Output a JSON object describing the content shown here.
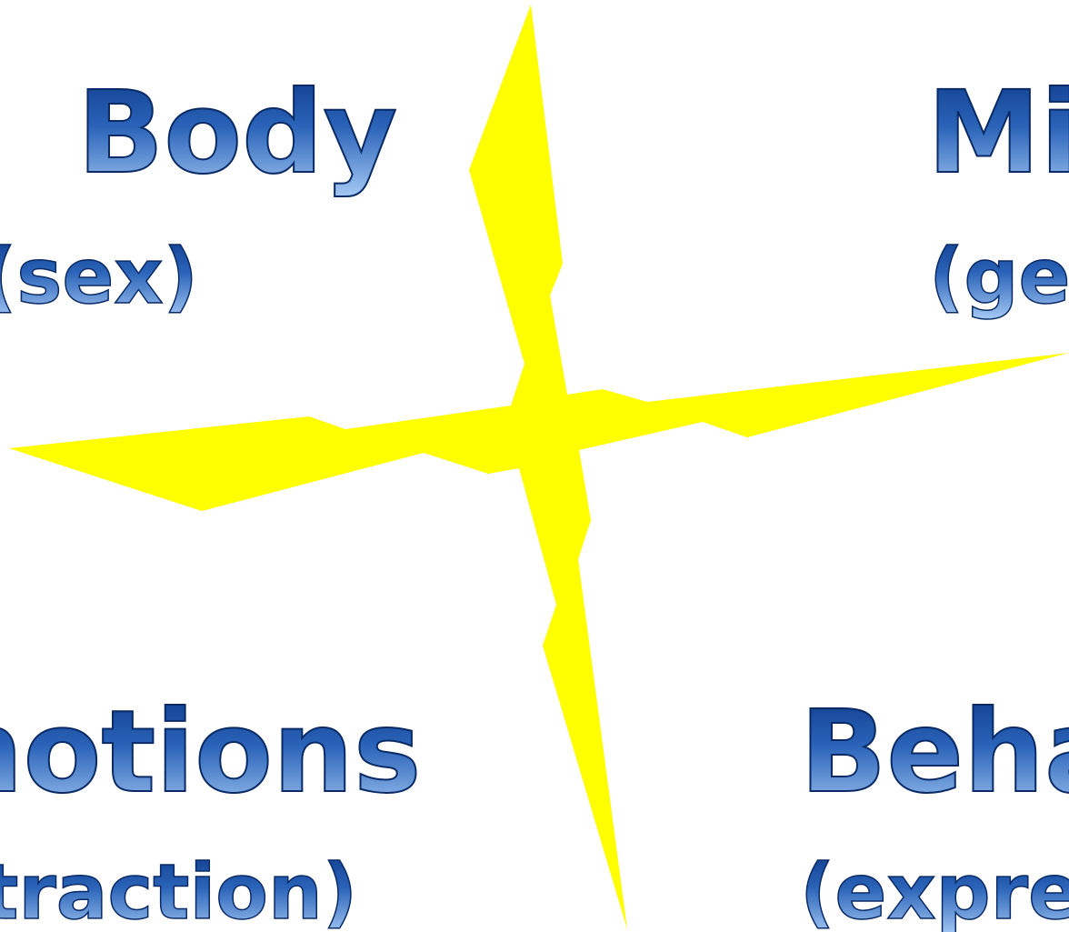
{
  "quadrants": {
    "top_left": {
      "title": "Body",
      "subtitle": "(sex)"
    },
    "top_right": {
      "title": "Mind",
      "subtitle": "(gender)"
    },
    "bottom_left": {
      "title": "Emotions",
      "subtitle": "(attraction)"
    },
    "bottom_right": {
      "title": "Behavior",
      "subtitle": "(expression)"
    }
  },
  "colors": {
    "star": "#ffff00",
    "text_light": "#9cc2f2",
    "text_dark": "#0d3a8a",
    "text_outline": "#0a2a66"
  }
}
